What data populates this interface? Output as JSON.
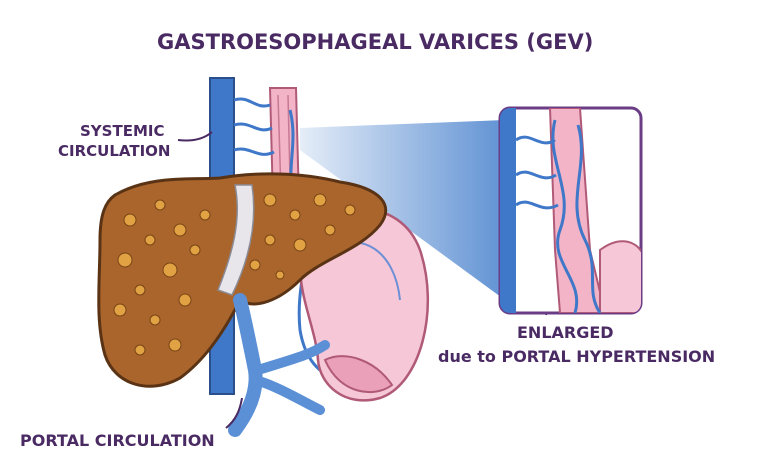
{
  "title": "GASTROESOPHAGEAL VARICES (GEV)",
  "labels": {
    "systemic_line1": "SYSTEMIC",
    "systemic_line2": "CIRCULATION",
    "portal": "PORTAL CIRCULATION",
    "enlarged": "ENLARGED",
    "enlarged_sub": "due to PORTAL HYPERTENSION"
  },
  "colors": {
    "title_text": "#4a2a63",
    "systemic_vein": "#3f78c9",
    "portal_vein": "#5b8fd6",
    "liver": "#a9652c",
    "liver_nodule": "#e0a243",
    "stomach": "#f6c7d6",
    "esophagus": "#f2b4c6",
    "inset_border": "#6b3c86",
    "highlight_beam": "#4f86cf"
  }
}
